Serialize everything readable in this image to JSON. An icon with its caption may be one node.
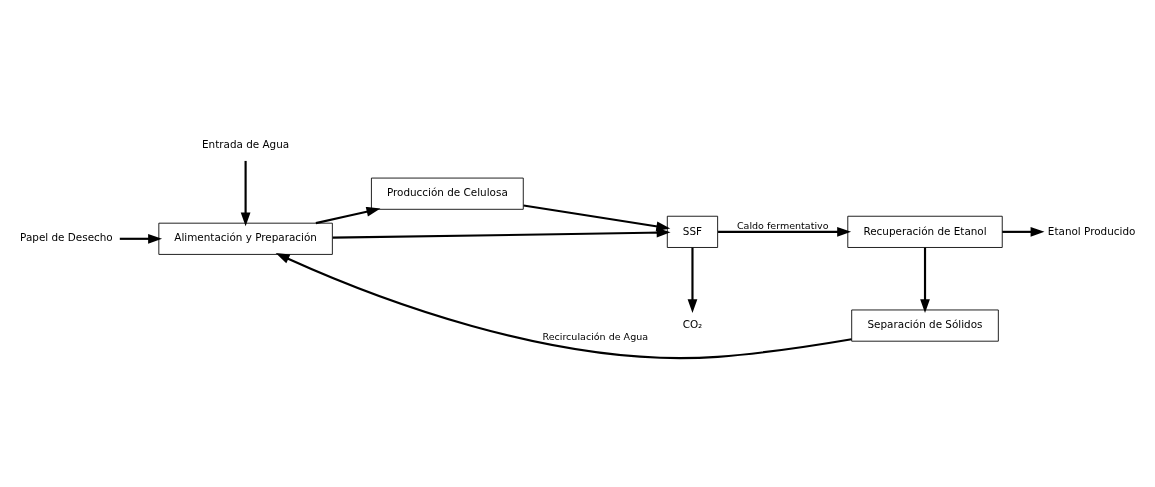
{
  "diagram": {
    "nodes": [
      {
        "text": [
          "Papel de Desecho"
        ]
      },
      {
        "text": [
          "Alimentación y Preparación"
        ]
      },
      {
        "text": [
          "Producción de Celulosa"
        ]
      },
      {
        "text": [
          "SSF"
        ]
      },
      {
        "text": [
          "CO₂"
        ]
      },
      {
        "text": [
          "Recuperación de Etanol"
        ]
      },
      {
        "text": [
          "Etanol Producido"
        ]
      },
      {
        "text": [
          "Separación de Sólidos"
        ]
      },
      {
        "text": [
          "Entrada de Agua"
        ]
      }
    ],
    "edges": [
      {
        "from": 0,
        "to": 1,
        "arrow": "to"
      },
      {
        "from": 1,
        "to": 2,
        "arrow": "to"
      },
      {
        "from": 1,
        "to": 3,
        "arrow": "to"
      },
      {
        "from": 2,
        "to": 3,
        "arrow": "to"
      },
      {
        "from": 3,
        "to": 4,
        "arrow": "to"
      },
      {
        "from": 3,
        "to": 5,
        "label": "Caldo fermentativo",
        "arrow": "to"
      },
      {
        "from": 5,
        "to": 6,
        "arrow": "to"
      },
      {
        "from": 5,
        "to": 7,
        "arrow": "to"
      },
      {
        "from": 7,
        "to": 1,
        "label": "Recirculación de Agua",
        "arrow": "to"
      },
      {
        "from": 8,
        "to": 1,
        "arrow": "to"
      }
    ]
  }
}
